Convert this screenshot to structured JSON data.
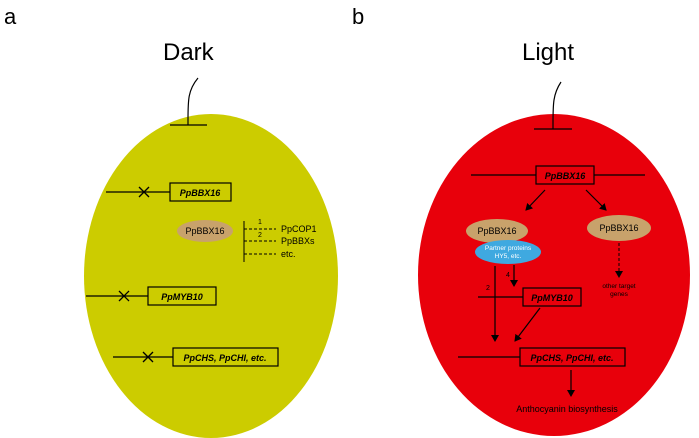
{
  "panel_a": {
    "letter": "a",
    "title": "Dark",
    "genes": {
      "bbx16": "PpBBX16",
      "myb10": "PpMYB10",
      "chs": "PpCHS, PpCHI, etc."
    },
    "protein": "PpBBX16",
    "partners": {
      "cop1": "PpCOP1",
      "bbxs": "PpBBXs",
      "etc": "etc."
    },
    "numbers": {
      "one": "1",
      "two": "2"
    },
    "colors": {
      "cell": "#cccc00"
    }
  },
  "panel_b": {
    "letter": "b",
    "title": "Light",
    "genes": {
      "bbx16": "PpBBX16",
      "myb10": "PpMYB10",
      "chs": "PpCHS, PpCHI, etc."
    },
    "protein_left": "PpBBX16",
    "protein_right": "PpBBX16",
    "partner_line1": "Partner proteins",
    "partner_line2": "HY5, etc.",
    "other_line1": "other target",
    "other_line2": "genes",
    "numbers": {
      "two": "2",
      "four": "4"
    },
    "output": "Anthocyanin biosynthesis",
    "colors": {
      "cell": "#e8000b",
      "protein": "#c8a26b",
      "partner": "#3fa9e0"
    }
  }
}
